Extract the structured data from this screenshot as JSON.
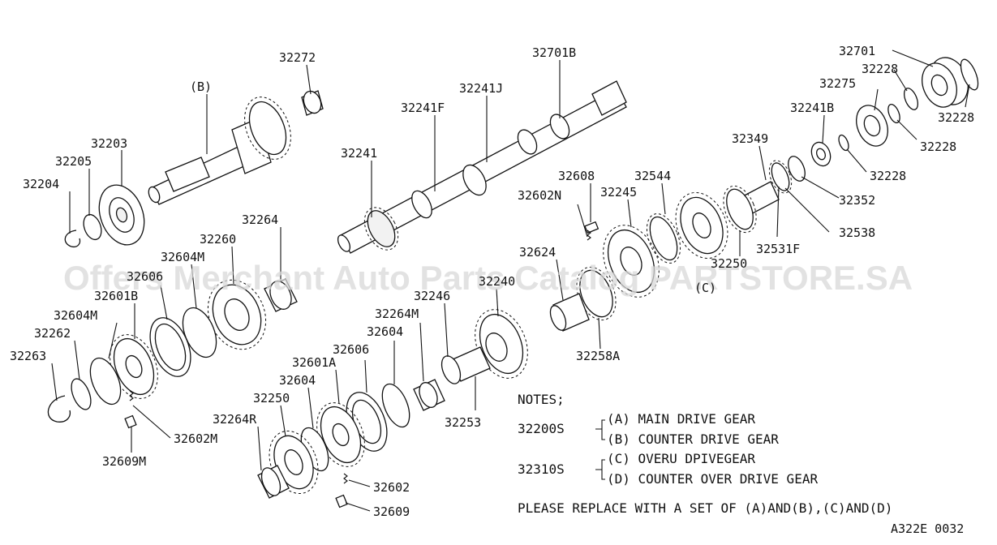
{
  "diagram": {
    "watermark": "Offers Merchant Auto Parts Catalog PARTSTORE.SA",
    "group_label_b": "(B)",
    "group_label_c": "(C)",
    "drawing_code": "A322E 0032",
    "part_labels": {
      "p32272": "32272",
      "p32701B": "32701B",
      "p32701": "32701",
      "p32228a": "32228",
      "p32228b": "32228",
      "p32228c": "32228",
      "p32228d": "32228",
      "p32275": "32275",
      "p32241J": "32241J",
      "p32241F": "32241F",
      "p32241B": "32241B",
      "p32203": "32203",
      "p32205": "32205",
      "p32204": "32204",
      "p32241": "32241",
      "p32349": "32349",
      "p32608": "32608",
      "p32544": "32544",
      "p32352": "32352",
      "p32602N": "32602N",
      "p32245": "32245",
      "p32264": "32264",
      "p32260": "32260",
      "p32538": "32538",
      "p32531F": "32531F",
      "p32604Ma": "32604M",
      "p32624": "32624",
      "p32250a": "32250",
      "p32606a": "32606",
      "p32240": "32240",
      "p32601B": "32601B",
      "p32246": "32246",
      "p32604Mb": "32604M",
      "p32264M": "32264M",
      "p32258A": "32258A",
      "p32604a": "32604",
      "p32262": "32262",
      "p32263": "32263",
      "p32606b": "32606",
      "p32601A": "32601A",
      "p32604b": "32604",
      "p32250b": "32250",
      "p32253": "32253",
      "p32264R": "32264R",
      "p32602M": "32602M",
      "p32609M": "32609M",
      "p32602": "32602",
      "p32609": "32609"
    }
  },
  "notes": {
    "title": "NOTES;",
    "kit1_code": "32200S",
    "kit1_a": "(A) MAIN DRIVE GEAR",
    "kit1_b": "(B) COUNTER DRIVE GEAR",
    "kit2_code": "32310S",
    "kit2_c": "(C) OVERU DPIVEGEAR",
    "kit2_d": "(D) COUNTER OVER DRIVE GEAR",
    "replace": "PLEASE REPLACE WITH A SET OF (A)AND(B),(C)AND(D)"
  }
}
